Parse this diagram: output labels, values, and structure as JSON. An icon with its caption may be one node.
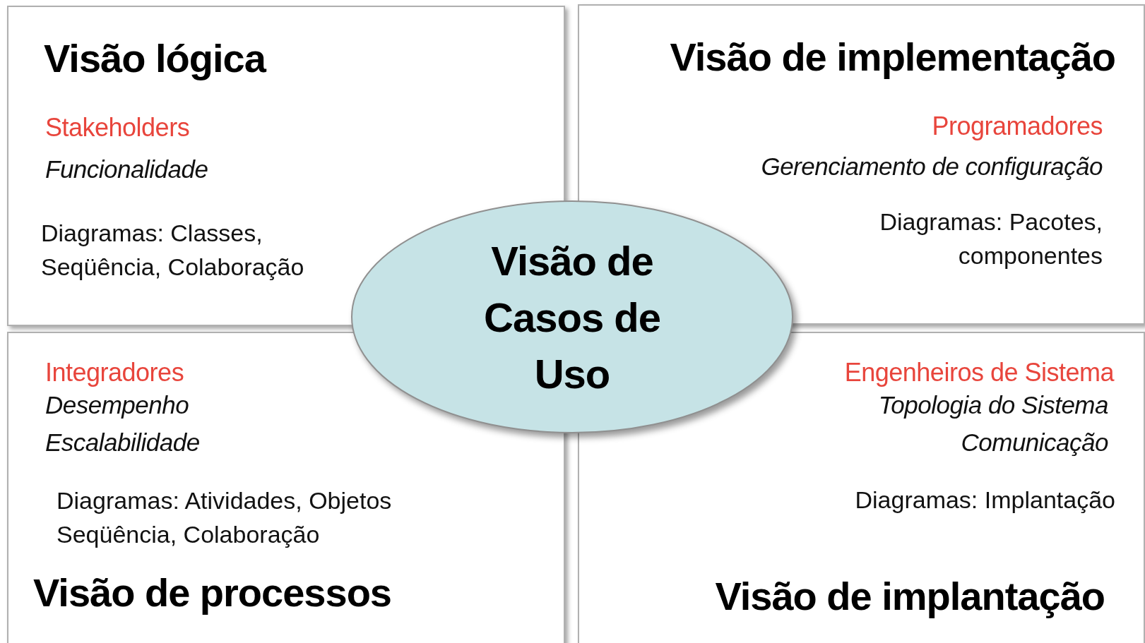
{
  "diagram": {
    "nodes": [
      {
        "text": [
          "Visão lógica",
          "Stakeholders",
          "Funcionalidade",
          "Diagramas: Classes, Seqüência, Colaboração"
        ]
      },
      {
        "text": [
          "Visão de implementação",
          "Programadores",
          "Gerenciamento de configuração",
          "Diagramas: Pacotes, componentes"
        ]
      },
      {
        "text": [
          "Integradores",
          "Desempenho",
          "Escalabilidade",
          "Diagramas: Atividades, Objetos Seqüência, Colaboração",
          "Visão de processos"
        ]
      },
      {
        "text": [
          "Engenheiros de Sistema",
          "Topologia do Sistema",
          "Comunicação",
          "Diagramas: Implantação",
          "Visão de implantação"
        ]
      },
      {
        "text": [
          "Visão de Casos de Uso"
        ]
      }
    ]
  }
}
